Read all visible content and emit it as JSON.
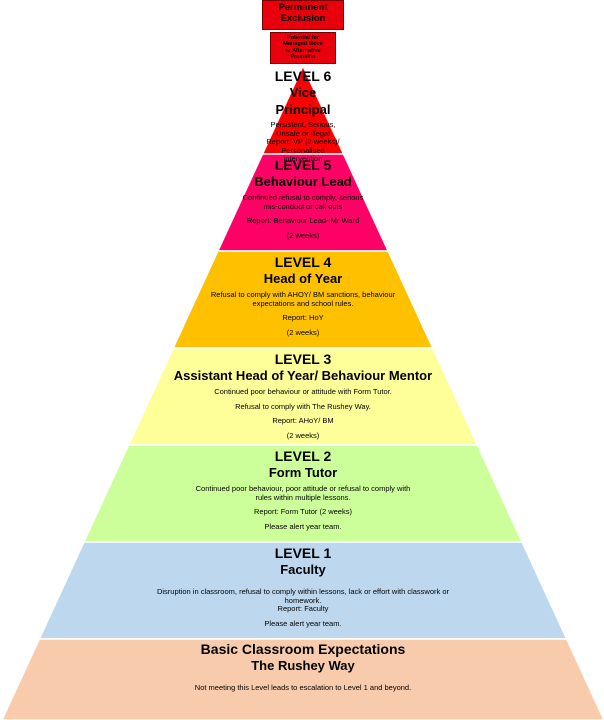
{
  "top_boxes": [
    {
      "lines": [
        "Permanent",
        "Exclusion"
      ]
    },
    {
      "lines": [
        "Potential for",
        "Managed Move",
        "or Alternative",
        "Provision"
      ]
    }
  ],
  "levels": [
    {
      "color": "#ff0000",
      "title": "LEVEL 6",
      "subtitle_lines": [
        "Vice",
        "Principal"
      ],
      "body_lines": [
        "Persistent, Serious,",
        "Unsafe or illegal",
        "Report: VP (2 weeks)/",
        "Personalised intervention"
      ]
    },
    {
      "color": "#ff0066",
      "title": "LEVEL 5",
      "subtitle_lines": [
        "Behaviour Lead"
      ],
      "body_lines": [
        "Continued refusal to comply, serious",
        "mis-conduct or call outs",
        "",
        "Report: Behaviour Lead- Mr Ward",
        "",
        "(2 weeks)"
      ]
    },
    {
      "color": "#ffc000",
      "title": "LEVEL 4",
      "subtitle_lines": [
        "Head of Year"
      ],
      "body_lines": [
        "Refusal to comply with AHOY/ BM sanctions, behaviour",
        "expectations and school rules.",
        "",
        "Report: HoY",
        "",
        "(2 weeks)"
      ]
    },
    {
      "color": "#ffff99",
      "title": "LEVEL 3",
      "subtitle_lines": [
        "Assistant Head of Year/ Behaviour Mentor"
      ],
      "body_lines": [
        "Continued poor behaviour or attitude with Form Tutor.",
        "",
        "Refusal to comply with The Rushey Way.",
        "",
        "Report: AHoY/ BM",
        "",
        "(2 weeks)"
      ]
    },
    {
      "color": "#ccff99",
      "title": "LEVEL 2",
      "subtitle_lines": [
        "Form Tutor"
      ],
      "body_lines": [
        "Continued poor behaviour, poor attitude or refusal to comply with",
        "rules within multiple lessons.",
        "",
        "Report: Form Tutor (2 weeks)",
        "",
        "Please alert year team."
      ]
    },
    {
      "color": "#bdd7ee",
      "title": "LEVEL 1",
      "subtitle_lines": [
        "Faculty"
      ],
      "body_lines": [
        "",
        "Disruption in classroom, refusal to comply within lessons, lack or effort with classwork or",
        "homework.",
        "Report: Faculty",
        "",
        "Please alert year team."
      ]
    },
    {
      "color": "#f8cbad",
      "title": "Basic Classroom Expectations",
      "subtitle_lines": [
        "The Rushey Way"
      ],
      "body_lines": [
        "",
        "Not meeting this Level leads to escalation to Level 1 and beyond."
      ]
    }
  ]
}
